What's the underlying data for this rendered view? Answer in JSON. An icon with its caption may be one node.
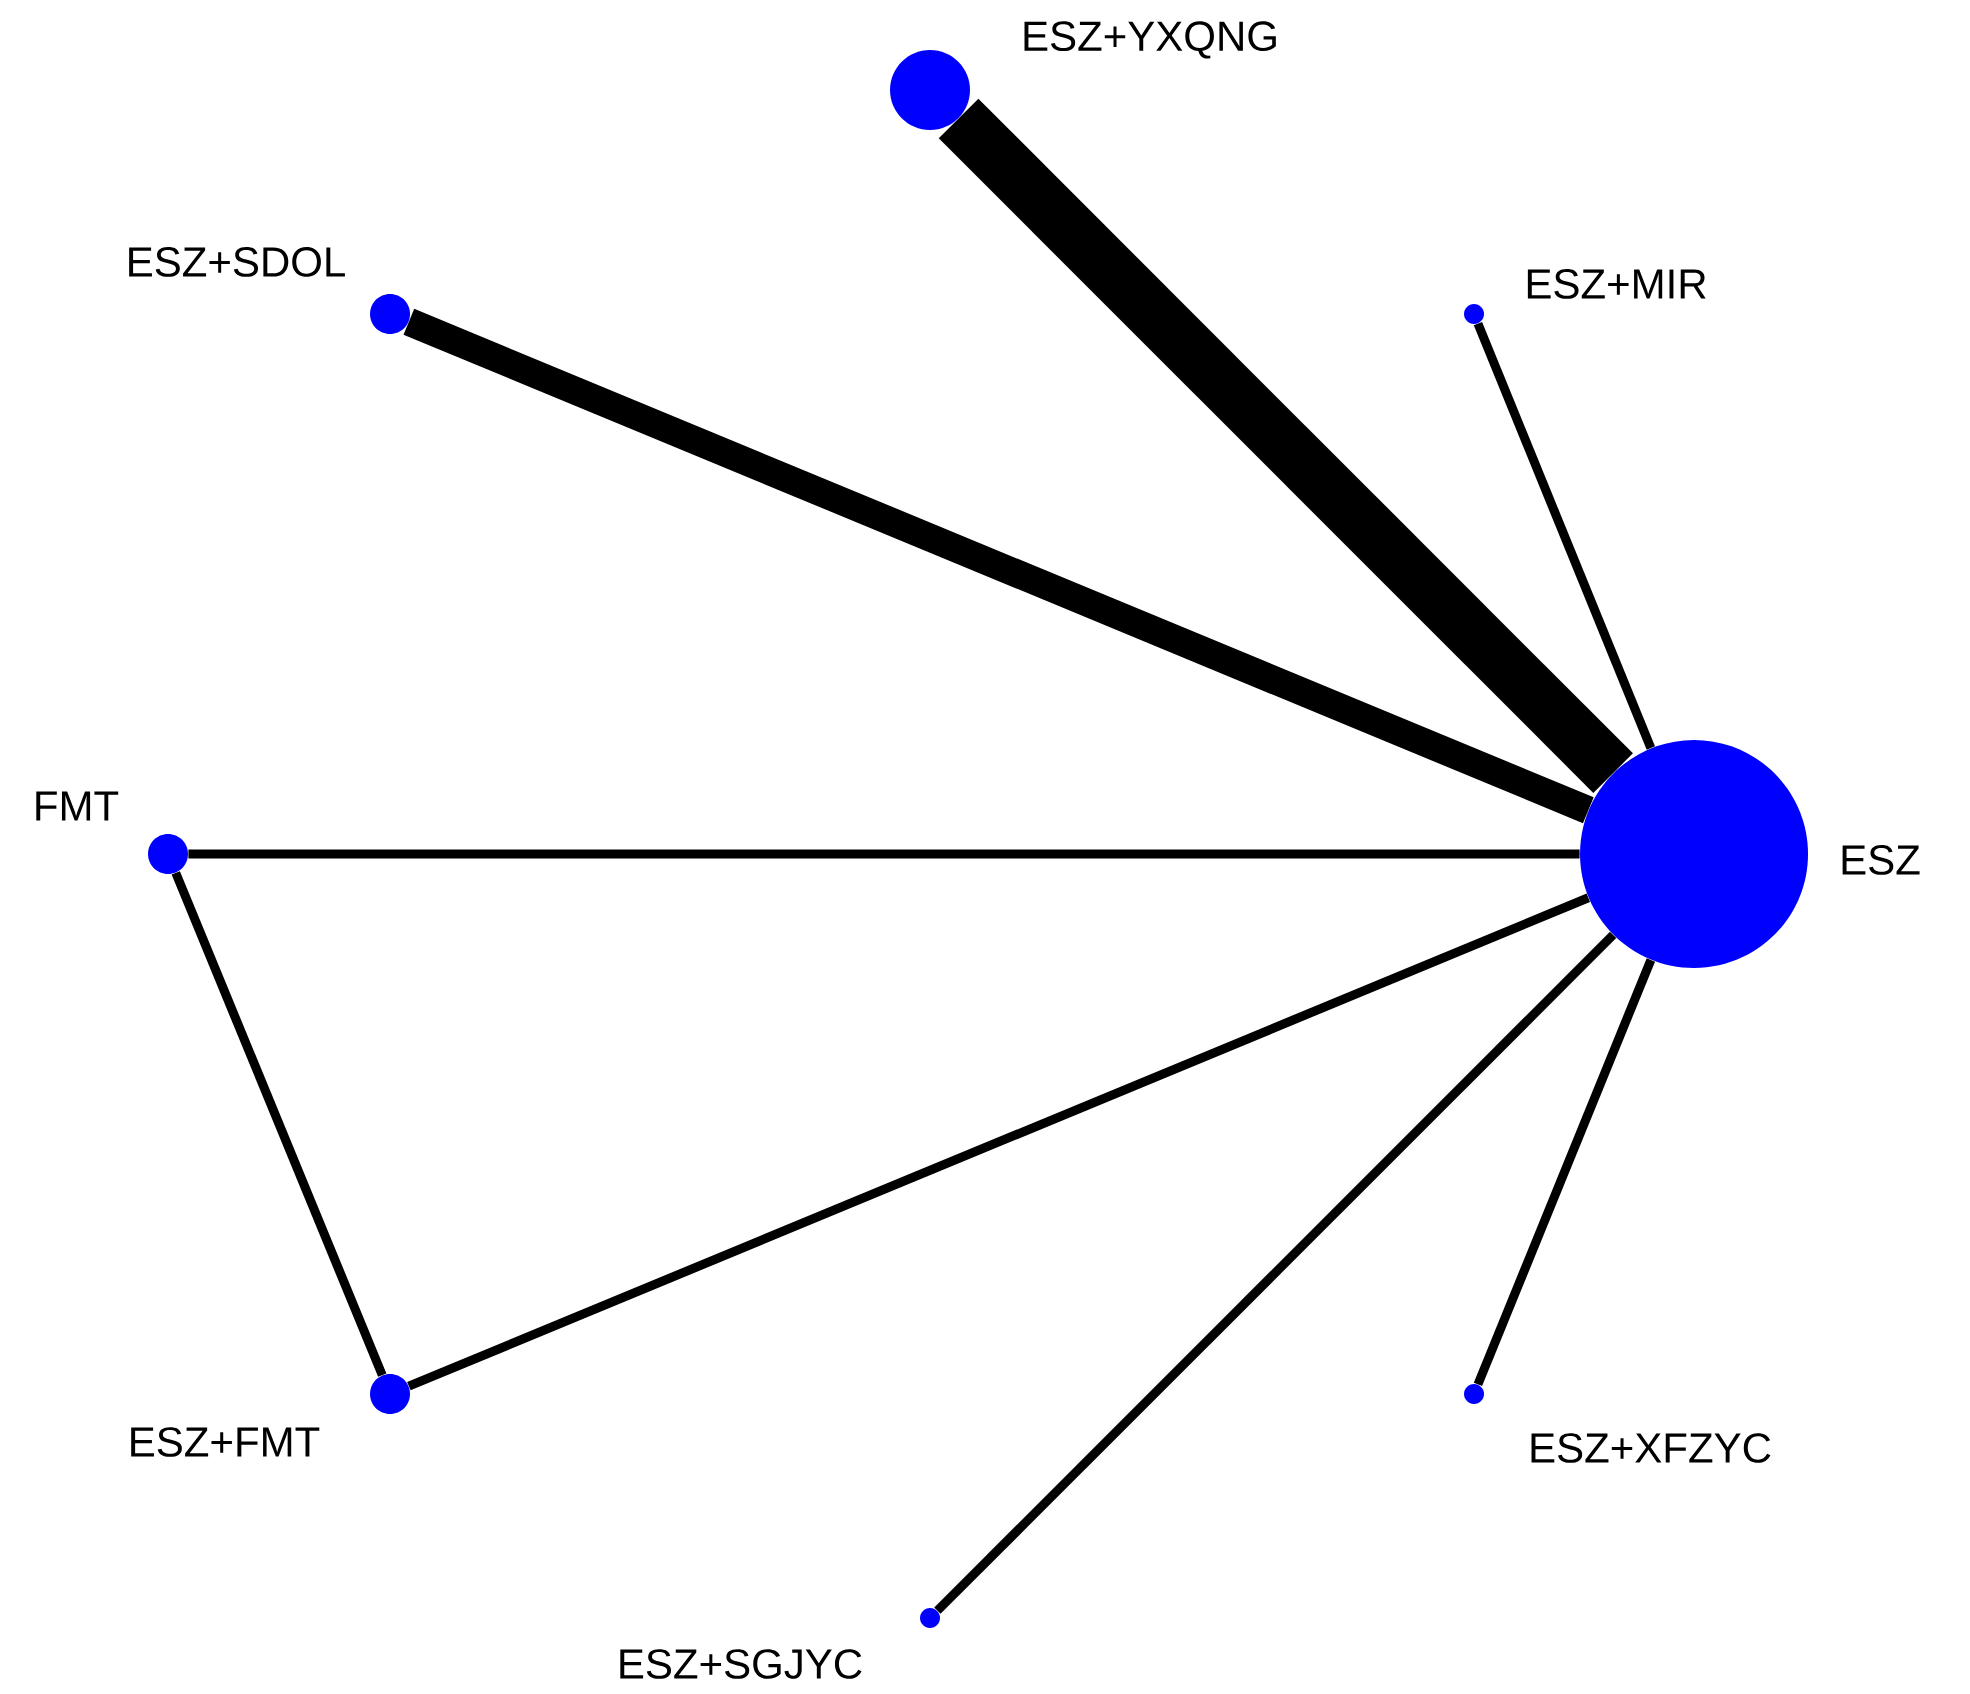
{
  "diagram": {
    "nodes": [
      {
        "text": [
          "ESZ+YXQNG"
        ]
      },
      {
        "text": [
          "ESZ+SDOL"
        ]
      },
      {
        "text": [
          "ESZ+MIR"
        ]
      },
      {
        "text": [
          "FMT"
        ]
      },
      {
        "text": [
          "ESZ"
        ]
      },
      {
        "text": [
          "ESZ+FMT"
        ]
      },
      {
        "text": [
          "ESZ+XFZYC"
        ]
      },
      {
        "text": [
          "ESZ+SGJYC"
        ]
      }
    ],
    "edges": [
      {
        "from": 0,
        "to": 4,
        "arrow": "none",
        "style": "thick"
      },
      {
        "from": 1,
        "to": 4,
        "arrow": "none",
        "style": "thick"
      },
      {
        "from": 2,
        "to": 4,
        "arrow": "none"
      },
      {
        "from": 3,
        "to": 4,
        "arrow": "none"
      },
      {
        "from": 5,
        "to": 4,
        "arrow": "none"
      },
      {
        "from": 6,
        "to": 4,
        "arrow": "none"
      },
      {
        "from": 7,
        "to": 4,
        "arrow": "none"
      },
      {
        "from": 3,
        "to": 5,
        "arrow": "none"
      }
    ]
  }
}
